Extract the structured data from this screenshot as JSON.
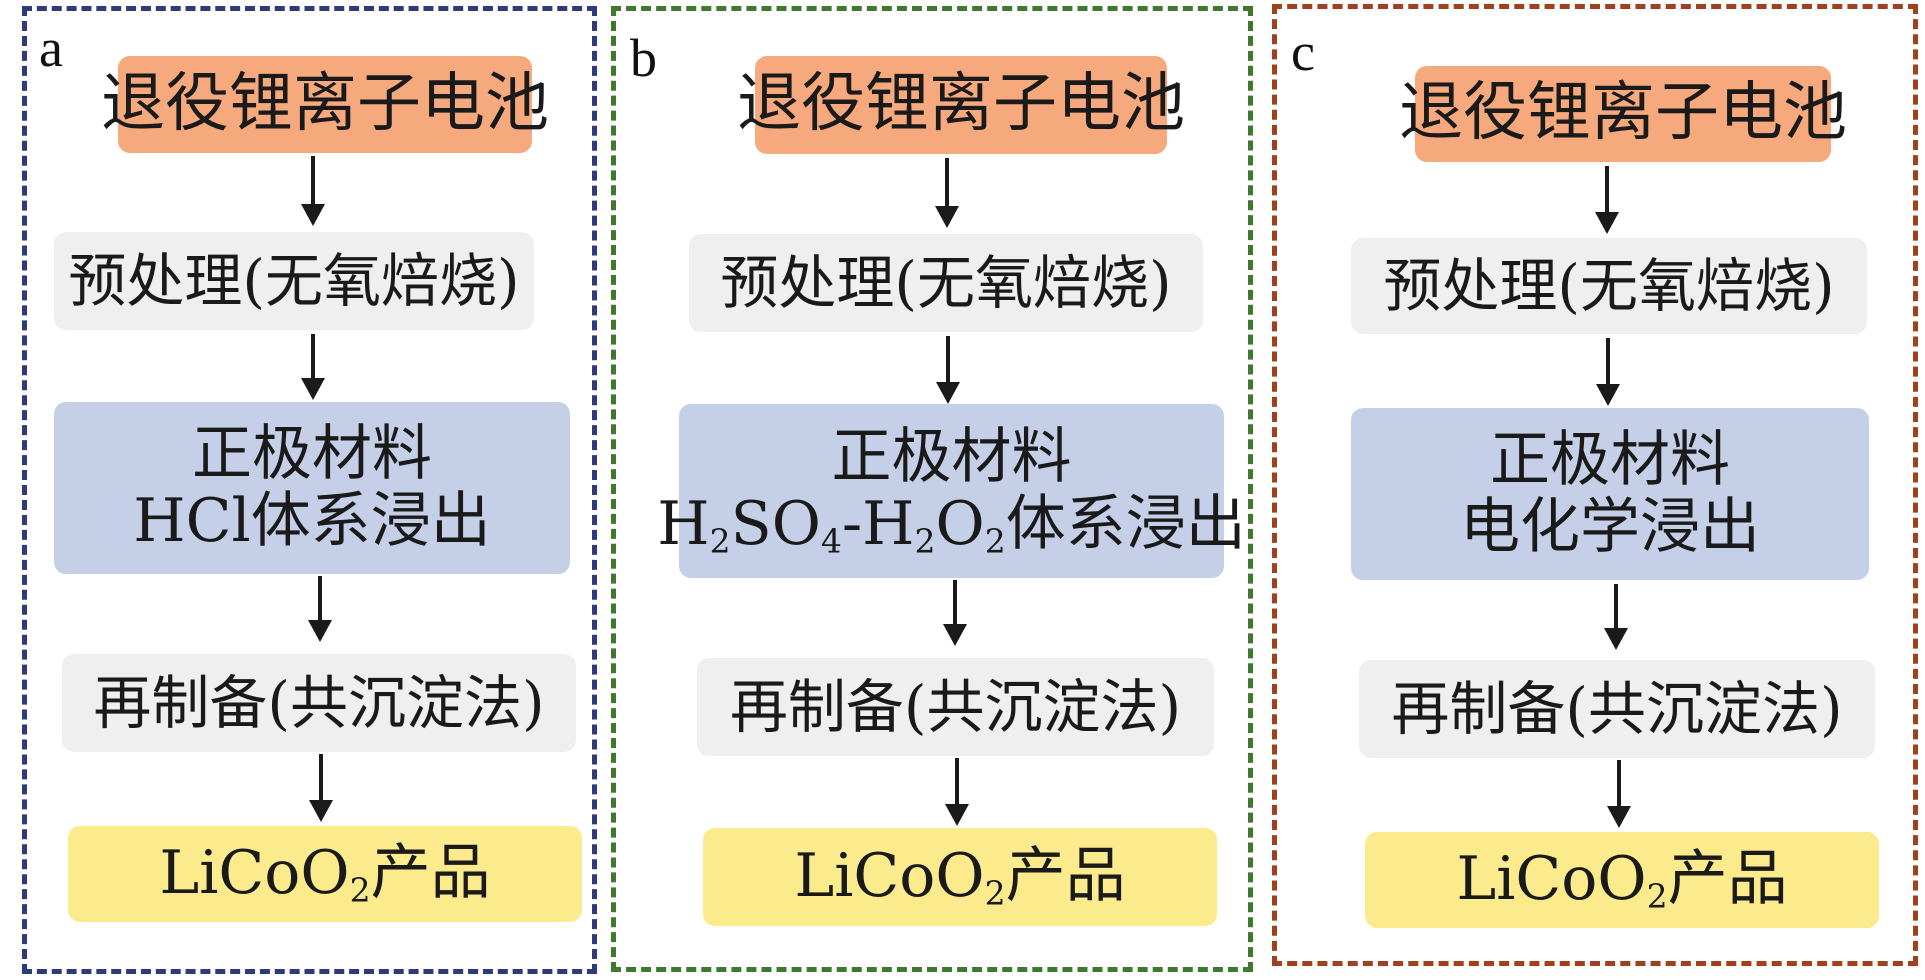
{
  "panels": [
    {
      "letter": "a",
      "battery": "退役锂离子电池",
      "pretreat": "预处理(无氧焙烧)",
      "cathode": "正极材料",
      "leach": "HCl体系浸出",
      "regen": "再制备(共沉淀法)",
      "product_prefix": "LiCoO",
      "product_sub": "2",
      "product_suffix": "产品"
    },
    {
      "letter": "b",
      "battery": "退役锂离子电池",
      "pretreat": "预处理(无氧焙烧)",
      "cathode": "正极材料",
      "leach_parts": [
        "H",
        "2",
        "SO",
        "4",
        "-H",
        "2",
        "O",
        "2",
        "体系浸出"
      ],
      "regen": "再制备(共沉淀法)",
      "product_prefix": "LiCoO",
      "product_sub": "2",
      "product_suffix": "产品"
    },
    {
      "letter": "c",
      "battery": "退役锂离子电池",
      "pretreat": "预处理(无氧焙烧)",
      "cathode": "正极材料",
      "leach": "电化学浸出",
      "regen": "再制备(共沉淀法)",
      "product_prefix": "LiCoO",
      "product_sub": "2",
      "product_suffix": "产品"
    }
  ],
  "colors": {
    "panel_a_border": "#2d3a7c",
    "panel_b_border": "#3f7a2c",
    "panel_c_border": "#a1401d",
    "battery_fill": "#f6a97c",
    "pretreat_fill": "#efefef",
    "leach_fill": "#c5d0e8",
    "product_fill": "#fbeb8d"
  }
}
